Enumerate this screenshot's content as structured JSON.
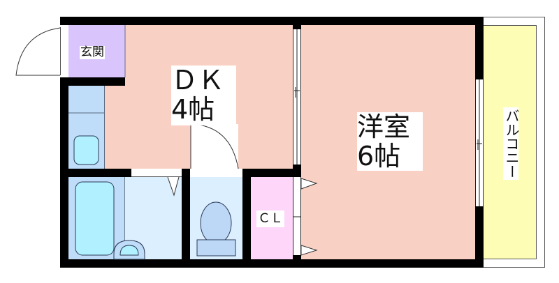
{
  "floorplan": {
    "rooms": {
      "genkan": {
        "label": "玄関",
        "color": "#d9c4fb"
      },
      "dk": {
        "label_line1": "ＤＫ",
        "label_line2": "4帖",
        "color": "#f9d0c4"
      },
      "yoshitsu": {
        "label_line1": "洋室",
        "label_line2": "6帖",
        "color": "#f9d0c4"
      },
      "closet": {
        "label": "ＣＬ",
        "color": "#fdd6f9"
      },
      "washroom": {
        "color": "#dcefff"
      },
      "bath": {
        "color": "#bfdcf9"
      },
      "toilet": {
        "color": "#dcefff"
      },
      "kitchen": {
        "color": "#bfdcf9"
      },
      "balcony": {
        "label": "バルコニー",
        "color": "#fdfdb6"
      }
    },
    "colors": {
      "wall": "#000000",
      "fixture_fill": "#b0f0ff",
      "toilet_fill": "#bcd8f6",
      "line": "#2a3a55"
    }
  }
}
